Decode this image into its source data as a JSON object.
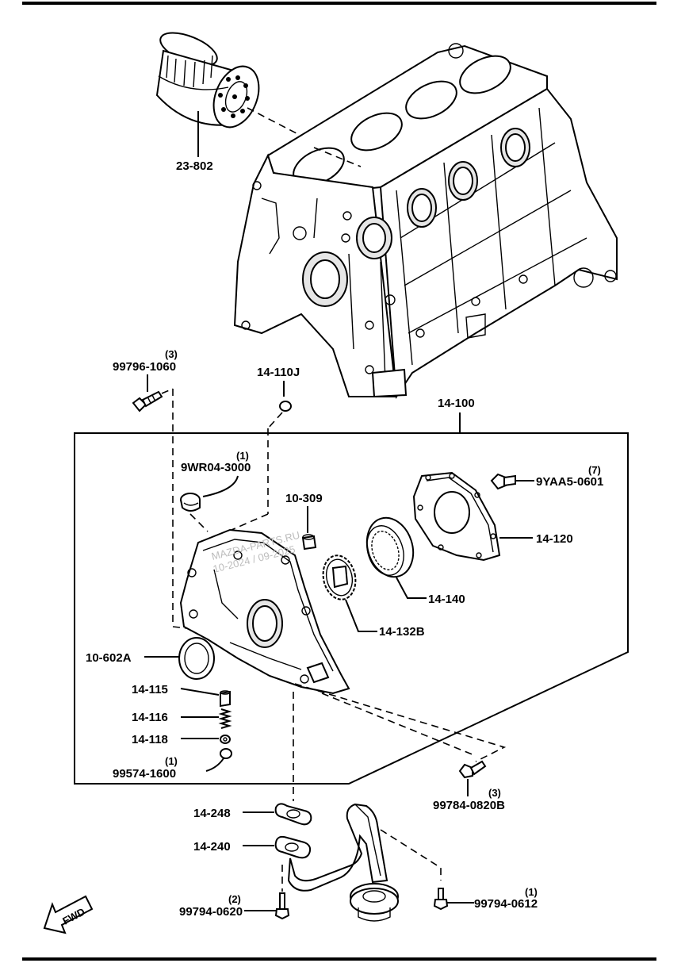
{
  "labels": {
    "oil_filter": "23-802",
    "bolt_99796": "99796-1060",
    "bolt_99796_qty": "(3)",
    "oring_14110j": "14-110J",
    "assembly_14100": "14-100",
    "plug_9wr04": "9WR04-3000",
    "plug_9wr04_qty": "(1)",
    "pin_10309": "10-309",
    "bolt_9yaa5": "9YAA5-0601",
    "bolt_9yaa5_qty": "(7)",
    "cover_14120": "14-120",
    "outer_rotor_14140": "14-140",
    "inner_rotor_14132b": "14-132B",
    "seal_10602a": "10-602A",
    "plunger_14115": "14-115",
    "spring_14116": "14-116",
    "seat_14118": "14-118",
    "ring_99574": "99574-1600",
    "ring_99574_qty": "(1)",
    "bolt_99784": "99784-0820B",
    "bolt_99784_qty": "(3)",
    "gasket_14248": "14-248",
    "strainer_14240": "14-240",
    "bolt_99794_0620": "99794-0620",
    "bolt_99794_0620_qty": "(2)",
    "bolt_99794_0612": "99794-0612",
    "bolt_99794_0612_qty": "(1)",
    "fwd": "FWD"
  },
  "watermark": {
    "line1": "MAZDA-PARTS.RU",
    "line2": "10-2024 / 09-2025"
  }
}
